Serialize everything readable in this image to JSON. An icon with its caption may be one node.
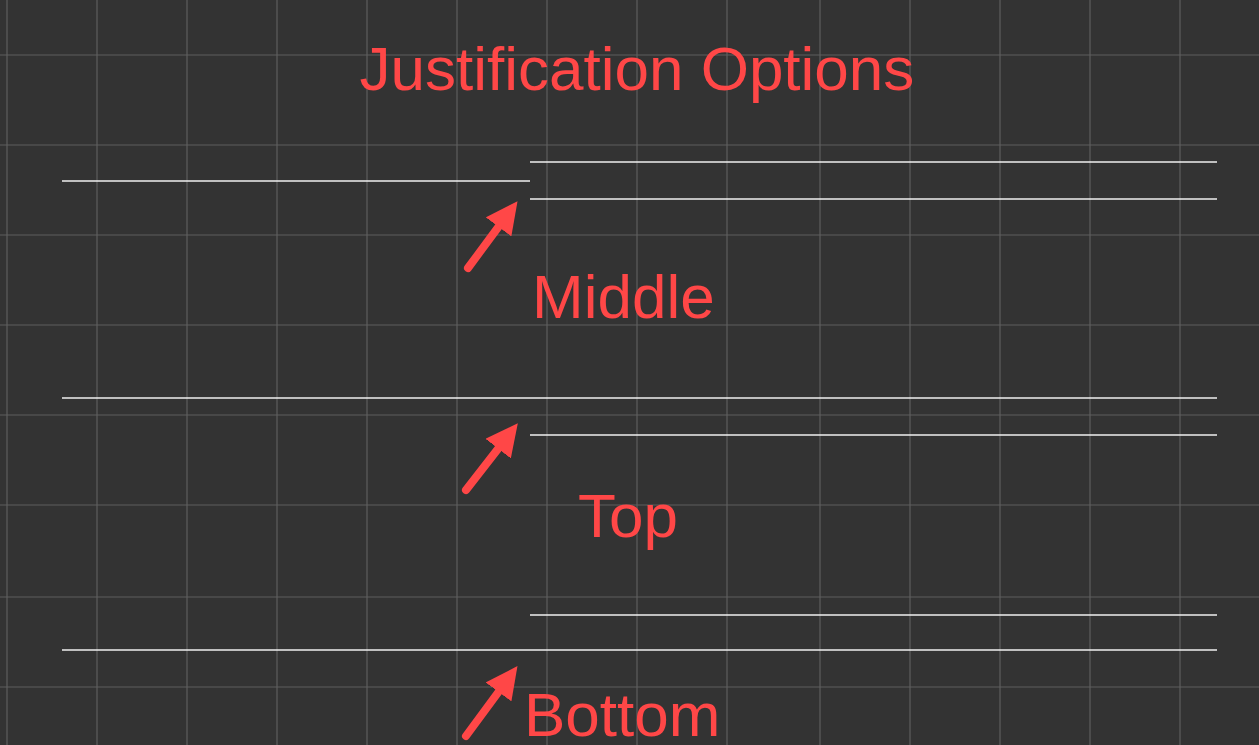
{
  "diagram": {
    "title": "Justification Options",
    "labels": [
      "Middle",
      "Top",
      "Bottom"
    ]
  }
}
